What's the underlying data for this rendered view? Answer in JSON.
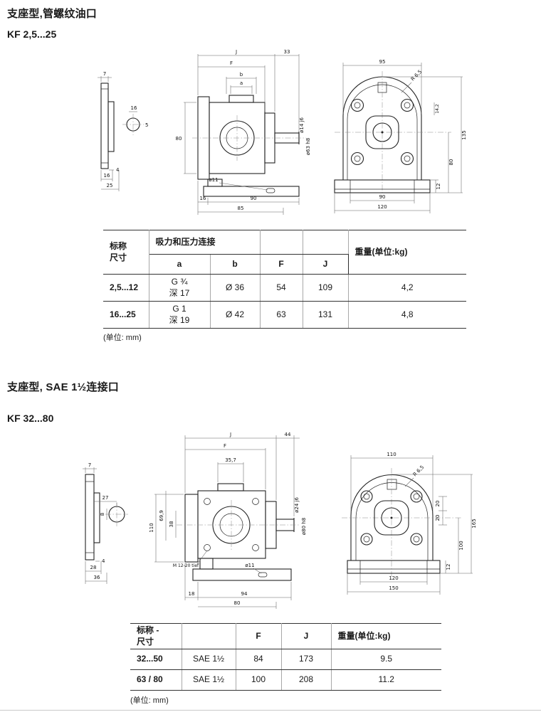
{
  "doc": {
    "section1": {
      "title": "支座型,管螺纹油口",
      "model": "KF 2,5...25",
      "unit_note": "(单位: mm)",
      "views": {
        "flange": {
          "dims": [
            "7",
            "16",
            "5",
            "4",
            "16",
            "25"
          ]
        },
        "side": {
          "dims": [
            "J",
            "33",
            "F",
            "b",
            "a",
            "80",
            "ø14 j6",
            "ø63 h8",
            "ø11",
            "16",
            "90",
            "85"
          ]
        },
        "front": {
          "dims": [
            "95",
            "R 6,5",
            "14,2",
            "135",
            "80",
            "12",
            "90",
            "120"
          ]
        }
      },
      "table": {
        "header": {
          "size": "标称\n尺寸",
          "connection": "吸力和压力连接",
          "a": "a",
          "b": "b",
          "f": "F",
          "j": "J",
          "weight": "重量(单位:kg)"
        },
        "rows": [
          {
            "size": "2,5...12",
            "a": "G ¾\n深 17",
            "b": "Ø 36",
            "f": "54",
            "j": "109",
            "weight": "4,2"
          },
          {
            "size": "16...25",
            "a": "G 1\n深 19",
            "b": "Ø 42",
            "f": "63",
            "j": "131",
            "weight": "4,8"
          }
        ]
      }
    },
    "section2": {
      "title": "支座型, SAE 1½连接口",
      "model": "KF 32...80",
      "unit_note": "(单位: mm)",
      "views": {
        "flange": {
          "dims": [
            "7",
            "27",
            "8",
            "4",
            "28",
            "36"
          ]
        },
        "side": {
          "dims": [
            "J",
            "44",
            "F",
            "35,7",
            "69,9",
            "38",
            "110",
            "ø24 j6",
            "ø80 h8",
            "M 12-20 tief",
            "ø11",
            "18",
            "94",
            "80"
          ]
        },
        "front": {
          "dims": [
            "110",
            "R 6,5",
            "20",
            "20",
            "165",
            "100",
            "12",
            "120",
            "150"
          ]
        }
      },
      "table": {
        "header": {
          "size": "标称 -\n尺寸",
          "blank": "",
          "f": "F",
          "j": "J",
          "weight": "重量(单位:kg)"
        },
        "rows": [
          {
            "size": "32...50",
            "conn": "SAE 1½",
            "f": "84",
            "j": "173",
            "weight": "9.5"
          },
          {
            "size": "63 / 80",
            "conn": "SAE 1½",
            "f": "100",
            "j": "208",
            "weight": "11.2"
          }
        ]
      }
    }
  }
}
